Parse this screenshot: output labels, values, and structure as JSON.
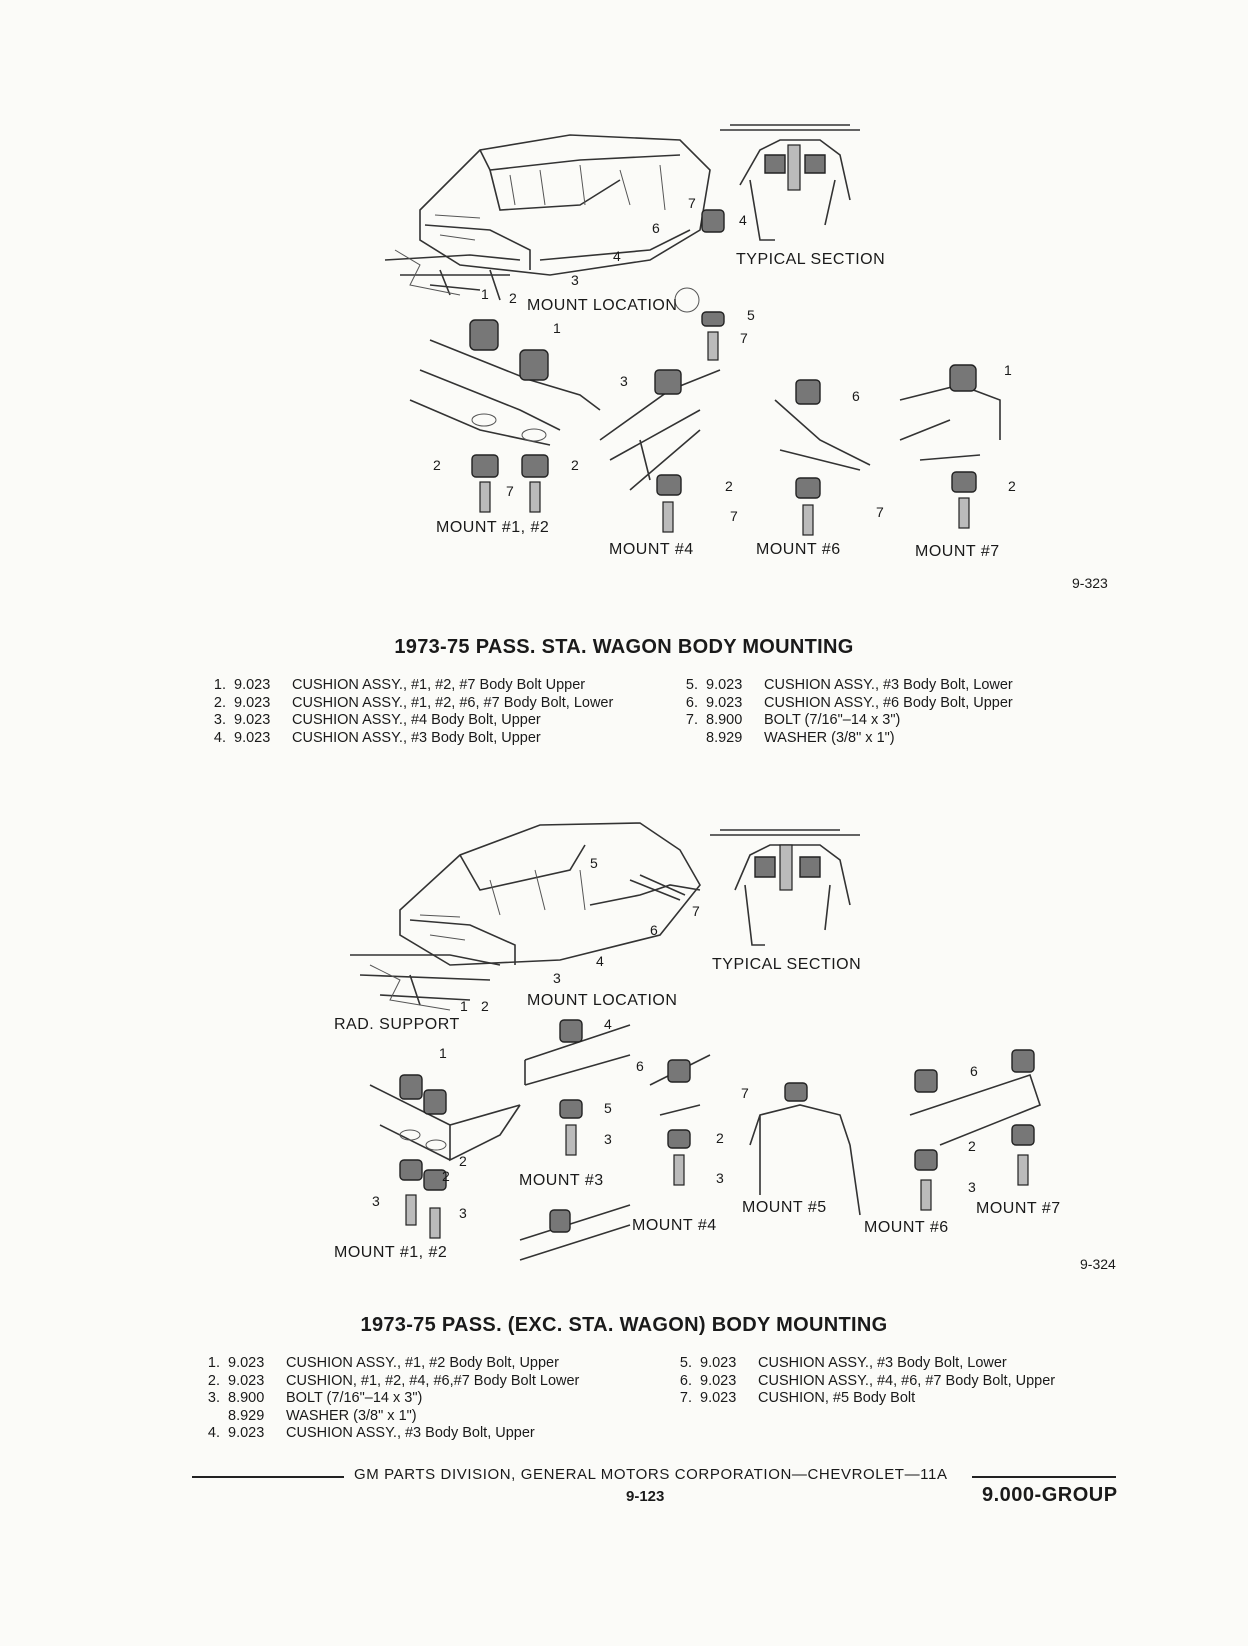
{
  "section1": {
    "labels": {
      "typical_section": "TYPICAL SECTION",
      "mount_location": "MOUNT LOCATION",
      "mount_1_2": "MOUNT #1, #2",
      "mount_4": "MOUNT #4",
      "mount_6": "MOUNT #6",
      "mount_7": "MOUNT #7"
    },
    "figure_no": "9-323",
    "title": "1973-75 PASS. STA. WAGON BODY MOUNTING",
    "parts_left": [
      {
        "num": "1.",
        "part": "9.023",
        "desc": "CUSHION ASSY., #1, #2, #7 Body Bolt Upper"
      },
      {
        "num": "2.",
        "part": "9.023",
        "desc": "CUSHION ASSY., #1, #2, #6, #7 Body Bolt, Lower"
      },
      {
        "num": "3.",
        "part": "9.023",
        "desc": "CUSHION ASSY., #4 Body Bolt, Upper"
      },
      {
        "num": "4.",
        "part": "9.023",
        "desc": "CUSHION ASSY., #3 Body Bolt, Upper"
      }
    ],
    "parts_right": [
      {
        "num": "5.",
        "part": "9.023",
        "desc": "CUSHION ASSY., #3 Body Bolt, Lower"
      },
      {
        "num": "6.",
        "part": "9.023",
        "desc": "CUSHION ASSY., #6 Body Bolt, Upper"
      },
      {
        "num": "7.",
        "part": "8.900",
        "desc": "BOLT (7/16\"–14 x 3\")"
      },
      {
        "num": "",
        "part": "8.929",
        "desc": "WASHER (3/8\" x 1\")"
      }
    ]
  },
  "section2": {
    "labels": {
      "typical_section": "TYPICAL SECTION",
      "mount_location": "MOUNT LOCATION",
      "rad_support": "RAD. SUPPORT",
      "mount_1_2": "MOUNT #1, #2",
      "mount_3": "MOUNT #3",
      "mount_4": "MOUNT #4",
      "mount_5": "MOUNT #5",
      "mount_6": "MOUNT #6",
      "mount_7": "MOUNT #7"
    },
    "figure_no": "9-324",
    "title": "1973-75 PASS. (EXC. STA. WAGON) BODY MOUNTING",
    "parts_left": [
      {
        "num": "1.",
        "part": "9.023",
        "desc": "CUSHION ASSY., #1, #2 Body Bolt, Upper"
      },
      {
        "num": "2.",
        "part": "9.023",
        "desc": "CUSHION, #1, #2, #4, #6,#7 Body Bolt Lower"
      },
      {
        "num": "3.",
        "part": "8.900",
        "desc": "BOLT (7/16\"–14 x 3\")"
      },
      {
        "num": "",
        "part": "8.929",
        "desc": "WASHER (3/8\" x 1\")"
      },
      {
        "num": "4.",
        "part": "9.023",
        "desc": "CUSHION ASSY., #3 Body Bolt, Upper"
      }
    ],
    "parts_right": [
      {
        "num": "5.",
        "part": "9.023",
        "desc": "CUSHION ASSY., #3 Body Bolt, Lower"
      },
      {
        "num": "6.",
        "part": "9.023",
        "desc": "CUSHION ASSY., #4, #6, #7 Body Bolt, Upper"
      },
      {
        "num": "7.",
        "part": "9.023",
        "desc": "CUSHION, #5 Body Bolt"
      }
    ]
  },
  "footer": {
    "publisher": "GM PARTS DIVISION, GENERAL MOTORS CORPORATION—CHEVROLET—11A",
    "page": "9-123",
    "group": "9.000-GROUP"
  }
}
